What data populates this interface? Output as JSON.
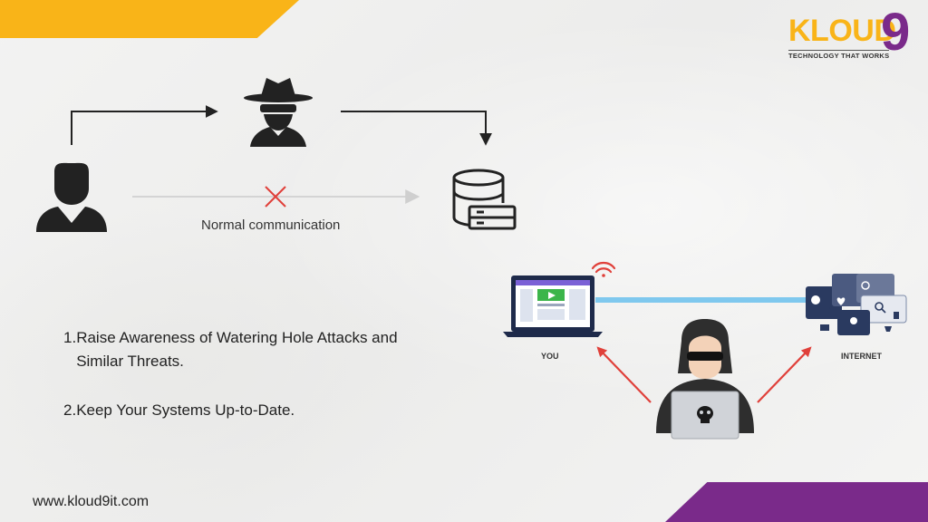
{
  "logo": {
    "word": "KLOUD",
    "number": "9",
    "tagline": "TECHNOLOGY THAT WORKS"
  },
  "diagram": {
    "label": "Normal communication"
  },
  "points": [
    {
      "number": "1.",
      "text": "Raise Awareness of Watering Hole Attacks and Similar Threats."
    },
    {
      "number": "2.",
      "text": "Keep Your Systems Up-to-Date."
    }
  ],
  "illustration": {
    "you_label": "YOU",
    "internet_label": "INTERNET"
  },
  "footer": {
    "website": "www.kloud9it.com"
  },
  "colors": {
    "yellow": "#f9b418",
    "purple": "#7a2a8a",
    "link_blue": "#7fc8ee",
    "arrow_red": "#e0403a"
  },
  "icons": [
    "user-icon",
    "spy-icon",
    "database-icon",
    "laptop-icon",
    "wifi-icon",
    "hacker-icon",
    "skull-icon",
    "internet-services-icon"
  ]
}
